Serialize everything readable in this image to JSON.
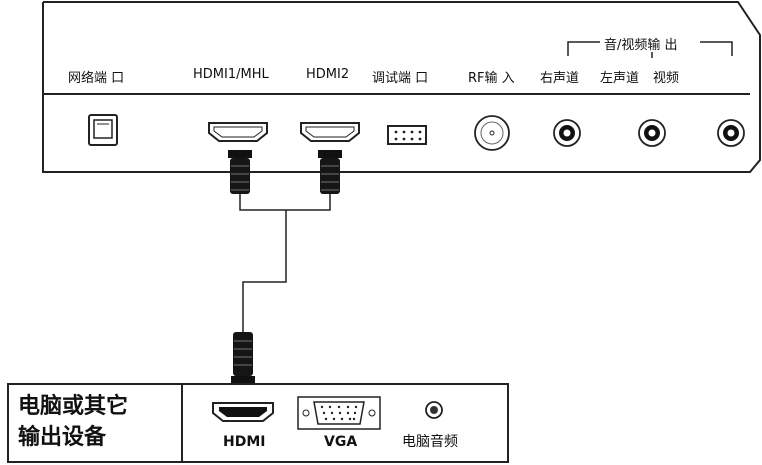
{
  "tv_panel": {
    "ports": [
      {
        "id": "network",
        "label": "网络端 口"
      },
      {
        "id": "hdmi1",
        "label": "HDMI1/MHL"
      },
      {
        "id": "hdmi2",
        "label": "HDMI2"
      },
      {
        "id": "debug",
        "label": "调试端 口"
      },
      {
        "id": "rf",
        "label": "RF输 入"
      },
      {
        "id": "right-channel",
        "label": "右声道"
      },
      {
        "id": "left-channel",
        "label": "左声道"
      },
      {
        "id": "video",
        "label": "视频"
      }
    ],
    "av_output_group_label": "音/视频输 出"
  },
  "pc_device": {
    "title_line1": "电脑或其它",
    "title_line2": "输出设备",
    "ports": [
      {
        "id": "hdmi",
        "label": "HDMI"
      },
      {
        "id": "vga",
        "label": "VGA"
      },
      {
        "id": "pc-audio",
        "label": "电脑音频"
      }
    ]
  }
}
